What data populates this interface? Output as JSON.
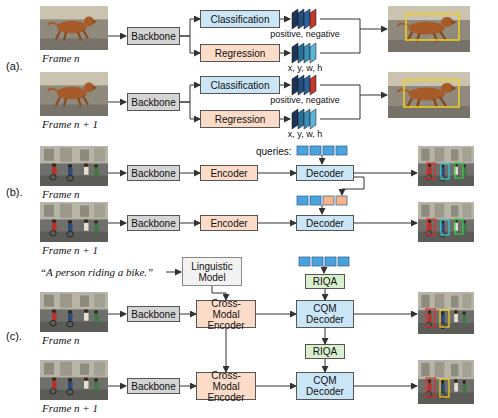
{
  "diagram": {
    "nodes": [
      {
        "text": [
          "Backbone"
        ]
      },
      {
        "text": [
          "Classification"
        ]
      },
      {
        "text": [
          "Regression"
        ]
      },
      {
        "text": [
          "positive, negative"
        ]
      },
      {
        "text": [
          "x, y, w, h"
        ]
      },
      {
        "text": [
          "Backbone"
        ]
      },
      {
        "text": [
          "Classification"
        ]
      },
      {
        "text": [
          "Regression"
        ]
      },
      {
        "text": [
          "positive, negative"
        ]
      },
      {
        "text": [
          "x, y, w, h"
        ]
      },
      {
        "text": [
          "Backbone"
        ]
      },
      {
        "text": [
          "Encoder"
        ]
      },
      {
        "text": [
          "Decoder"
        ]
      },
      {
        "text": [
          "Backbone"
        ]
      },
      {
        "text": [
          "Encoder"
        ]
      },
      {
        "text": [
          "Decoder"
        ]
      },
      {
        "text": [
          "Linguistic Model"
        ]
      },
      {
        "text": [
          "Backbone"
        ]
      },
      {
        "text": [
          "Cross-Modal Encoder"
        ]
      },
      {
        "text": [
          "RIQA"
        ]
      },
      {
        "text": [
          "CQM Decoder"
        ]
      },
      {
        "text": [
          "RIQA"
        ]
      },
      {
        "text": [
          "Backbone"
        ]
      },
      {
        "text": [
          "Cross-Modal Encoder"
        ]
      },
      {
        "text": [
          "CQM Decoder"
        ]
      }
    ],
    "edges": [
      {
        "from": 0,
        "to": 1,
        "arrow": "to"
      },
      {
        "from": 0,
        "to": 2,
        "arrow": "to"
      },
      {
        "from": 1,
        "to": 3,
        "arrow": "to"
      },
      {
        "from": 2,
        "to": 4,
        "arrow": "to"
      },
      {
        "from": 5,
        "to": 6,
        "arrow": "to"
      },
      {
        "from": 5,
        "to": 7,
        "arrow": "to"
      },
      {
        "from": 6,
        "to": 8,
        "arrow": "to"
      },
      {
        "from": 7,
        "to": 9,
        "arrow": "to"
      },
      {
        "from": 10,
        "to": 11,
        "arrow": "to"
      },
      {
        "from": 11,
        "to": 12,
        "arrow": "to"
      },
      {
        "from": 13,
        "to": 14,
        "arrow": "to"
      },
      {
        "from": 14,
        "to": 15,
        "arrow": "to"
      },
      {
        "from": 16,
        "to": 18,
        "arrow": "to"
      },
      {
        "from": 17,
        "to": 18,
        "arrow": "to"
      },
      {
        "from": 18,
        "to": 20,
        "arrow": "to"
      },
      {
        "from": 19,
        "to": 20,
        "arrow": "to"
      },
      {
        "from": 18,
        "to": 23,
        "arrow": "to"
      },
      {
        "from": 20,
        "to": 21,
        "arrow": "to"
      },
      {
        "from": 21,
        "to": 24,
        "arrow": "to"
      },
      {
        "from": 22,
        "to": 23,
        "arrow": "to"
      },
      {
        "from": 23,
        "to": 24,
        "arrow": "to"
      }
    ],
    "labels": [
      "(a).",
      "Frame n",
      "Frame n + 1",
      "(b).",
      "Frame n",
      "queries:",
      "Frame n + 1",
      "(c).",
      "“A person riding a bike.”",
      "Frame n",
      "Frame n + 1"
    ]
  }
}
